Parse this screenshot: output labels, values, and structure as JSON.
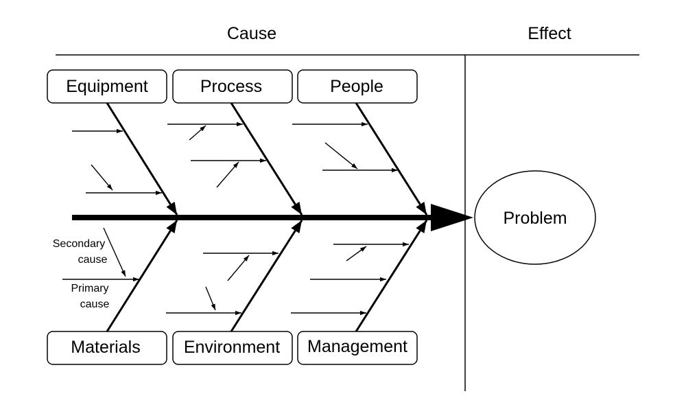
{
  "headers": {
    "cause": "Cause",
    "effect": "Effect"
  },
  "effect": {
    "label": "Problem"
  },
  "categories": {
    "equipment": "Equipment",
    "process": "Process",
    "people": "People",
    "materials": "Materials",
    "environment": "Environment",
    "management": "Management"
  },
  "annotations": {
    "secondary_line1": "Secondary",
    "secondary_line2": "cause",
    "primary_line1": "Primary",
    "primary_line2": "cause"
  },
  "colors": {
    "ink": "#000000",
    "background": "#ffffff"
  }
}
